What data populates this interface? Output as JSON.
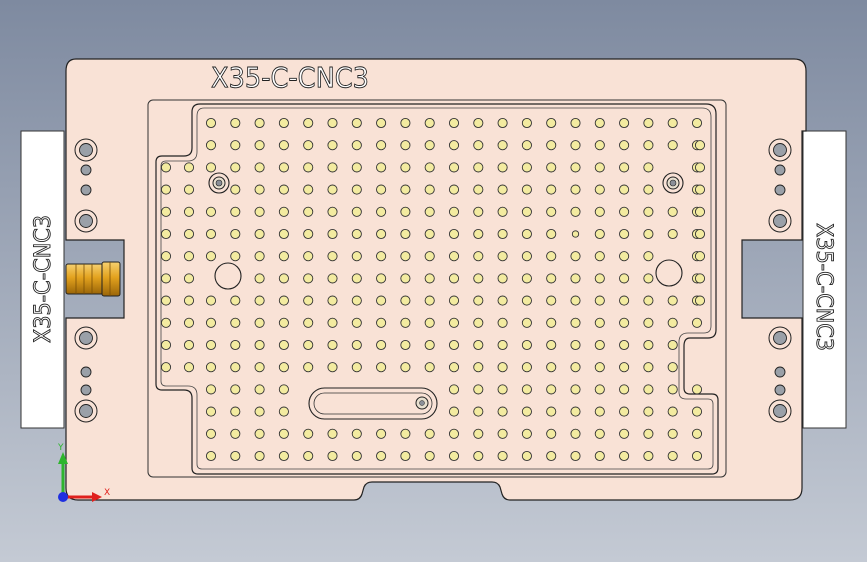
{
  "plate": {
    "engraving_top": "X35-C-CNC3",
    "side_left_label": "X35-C-CNC3",
    "side_right_label": "X35-C-CNC3",
    "color": "#F9E2D6"
  },
  "triad": {
    "x_label": "X",
    "y_label": "Y",
    "x_color": "#E0201C",
    "y_color": "#2DB52D",
    "z_color": "#1E2FE0"
  },
  "colors": {
    "background_top": "#7E8AA0",
    "background_bottom": "#C4CAD4",
    "hole_fill": "#F3EBA0",
    "connector": "#E3A21E"
  }
}
